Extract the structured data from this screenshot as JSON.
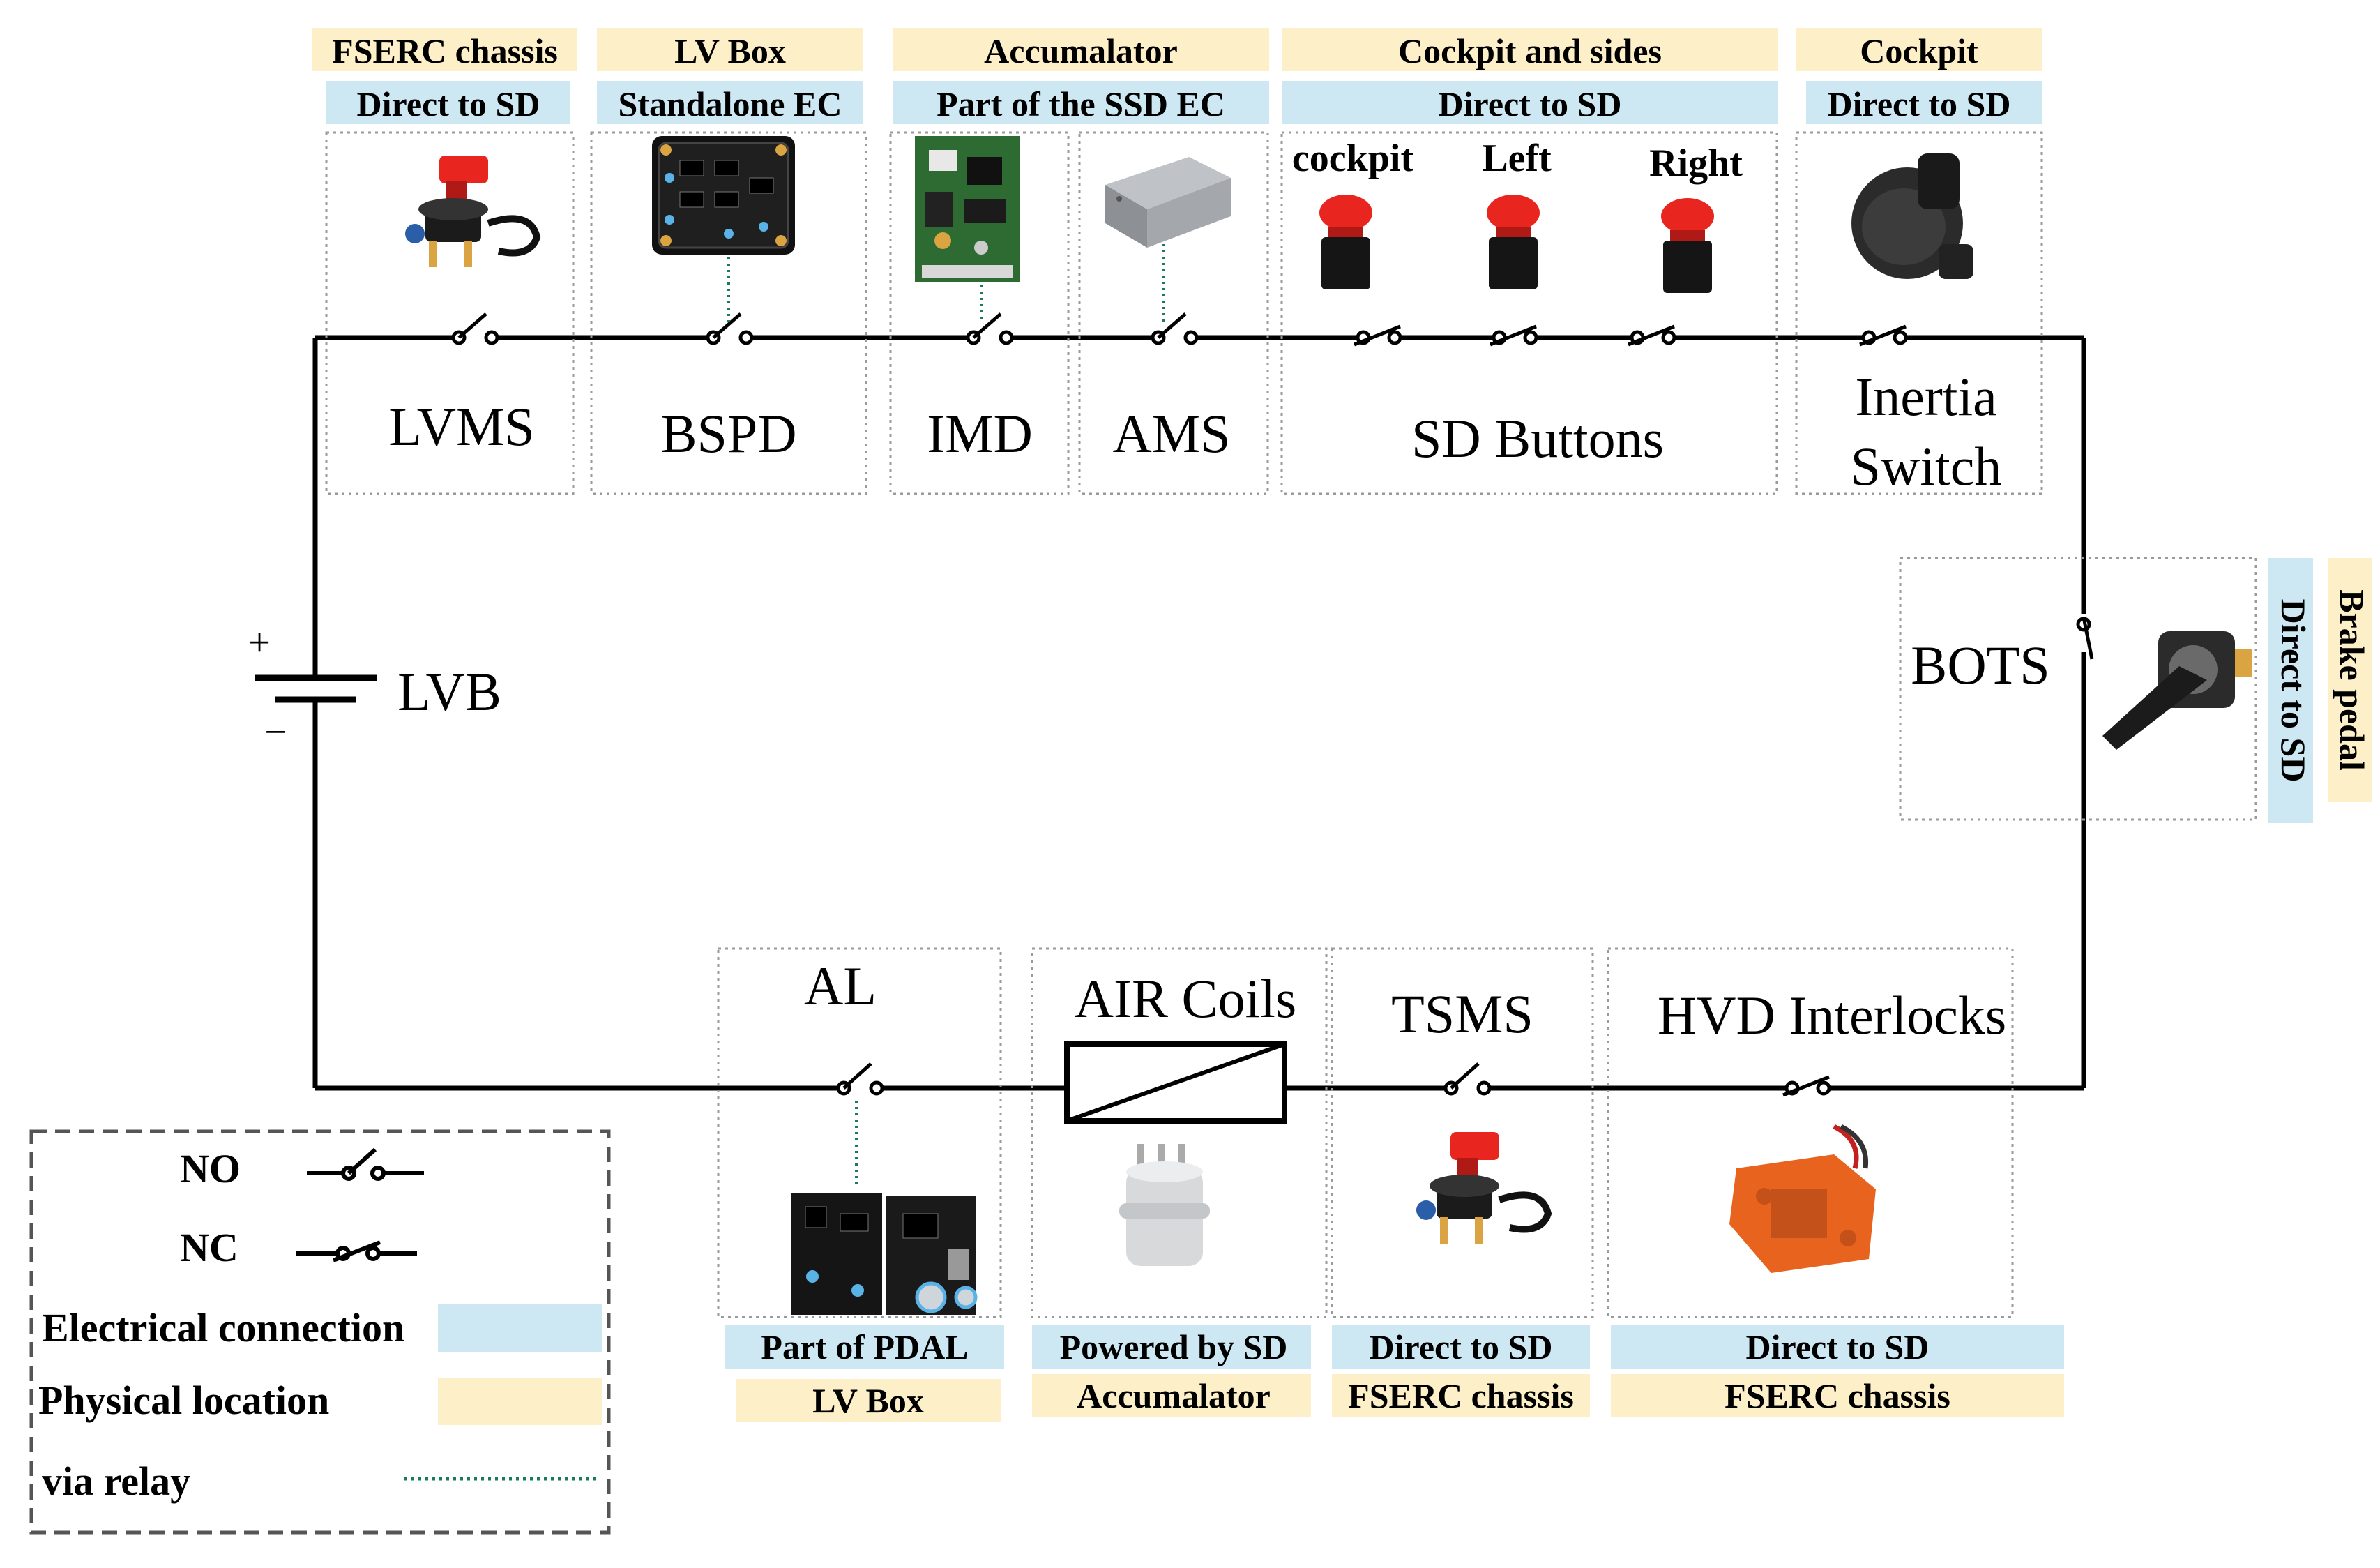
{
  "colors": {
    "physical": "#fdefc8",
    "electrical": "#cde8f3",
    "wire": "#000000",
    "relay": "#1a7a5a",
    "box_border": "#9a9a9a",
    "button_red": "#e8251f",
    "interlock_orange": "#e8641e"
  },
  "top_components": [
    {
      "name": "LVMS",
      "physical": "FSERC chassis",
      "electrical": "Direct to SD",
      "contact": "NO",
      "icon": "kill-switch-icon"
    },
    {
      "name": "BSPD",
      "physical": "LV Box",
      "electrical": "Standalone EC",
      "contact": "NO",
      "icon": "circuit-board-icon"
    },
    {
      "name": "IMD",
      "physical": "Accumalator",
      "electrical": "Part of the SSD EC",
      "contact": "NO",
      "icon": "circuit-board-icon"
    },
    {
      "name": "AMS",
      "physical": "",
      "electrical": "",
      "contact": "NO",
      "icon": "metal-box-icon"
    },
    {
      "name": "SD Buttons",
      "physical": "Cockpit and sides",
      "electrical": "Direct to SD",
      "contact": "NC",
      "sub_labels": [
        "cockpit",
        "Left",
        "Right"
      ],
      "icon": "emergency-button-icon"
    },
    {
      "name_lines": [
        "Inertia",
        "Switch"
      ],
      "physical": "Cockpit",
      "electrical": "Direct to SD",
      "contact": "NC",
      "icon": "inertia-switch-icon"
    }
  ],
  "right_components": [
    {
      "name": "BOTS",
      "physical": "Brake pedal",
      "electrical": "Direct to SD",
      "contact": "NC",
      "icon": "toggle-switch-icon"
    }
  ],
  "bottom_components": [
    {
      "name": "AL",
      "physical": "LV Box",
      "electrical": "Part of PDAL",
      "contact": "NO",
      "icon": "circuit-board-icon"
    },
    {
      "name": "AIR Coils",
      "physical": "Accumalator",
      "electrical": "Powered by SD",
      "contact": "coil",
      "icon": "relay-icon"
    },
    {
      "name": "TSMS",
      "physical": "FSERC chassis",
      "electrical": "Direct to SD",
      "contact": "NO",
      "icon": "kill-switch-icon"
    },
    {
      "name": "HVD Interlocks",
      "physical": "FSERC chassis",
      "electrical": "Direct to SD",
      "contact": "NC",
      "icon": "connector-icon"
    }
  ],
  "battery": {
    "label": "LVB",
    "plus": "+",
    "minus": "−"
  },
  "legend": {
    "no": "NO",
    "nc": "NC",
    "electrical": "Electrical connection",
    "physical": "Physical location",
    "relay": "via relay"
  }
}
